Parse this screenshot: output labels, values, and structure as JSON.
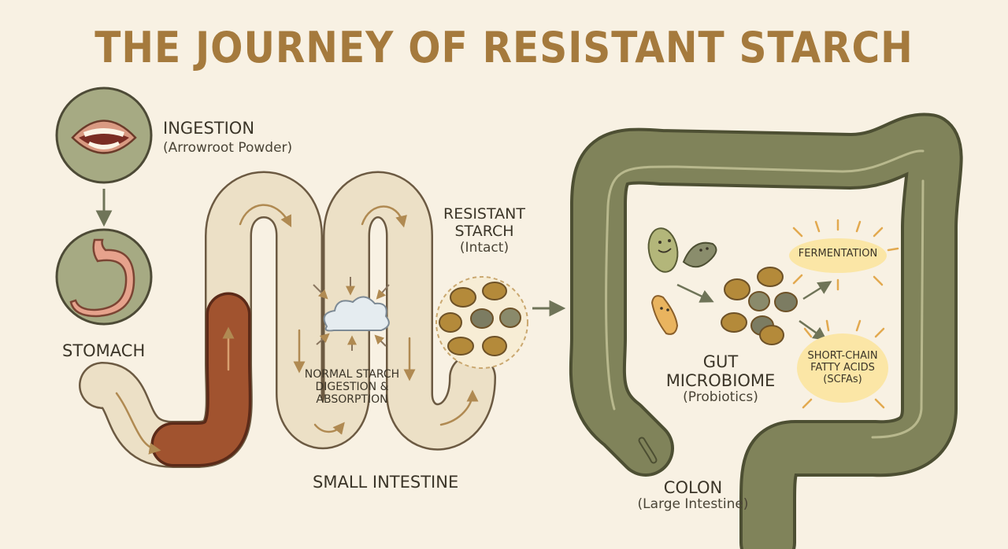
{
  "title": "THE JOURNEY OF RESISTANT STARCH",
  "ingestion": {
    "heading": "INGESTION",
    "sub": "(Arrowroot Powder)"
  },
  "stomach": {
    "label": "STOMACH"
  },
  "small_intestine": {
    "label": "SMALL INTESTINE",
    "digestion_note": [
      "NORMAL STARCH",
      "DIGESTION &",
      "ABSORPTION"
    ]
  },
  "resistant_starch": {
    "heading": [
      "RESISTANT",
      "STARCH"
    ],
    "sub": "(Intact)"
  },
  "colon": {
    "label": "COLON",
    "sub": "(Large Intestine)"
  },
  "microbiome": {
    "heading": [
      "GUT",
      "MICROBIOME"
    ],
    "sub": "(Probiotics)"
  },
  "outputs": {
    "fermentation": "FERMENTATION",
    "scfa": [
      "SHORT-CHAIN",
      "FATTY ACIDS",
      "(SCFAs)"
    ]
  },
  "colors": {
    "title": "#a57a3d",
    "intestine": "#ece0c6",
    "stomach_segment": "#a1532f",
    "colon": "#80835a",
    "starch_granule": "#b48a3a",
    "highlight": "#fbe6a6"
  }
}
